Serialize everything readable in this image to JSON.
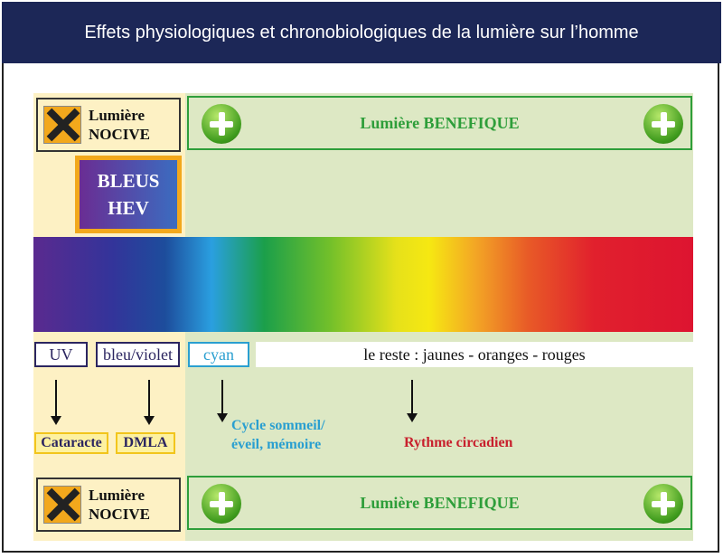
{
  "header": {
    "title": "Effets physiologiques et chronobiologiques de la lumière sur l’homme"
  },
  "nocive": {
    "line1": "Lumière",
    "line2": "NOCIVE"
  },
  "benefique": {
    "label": "Lumière BENEFIQUE"
  },
  "bleus_hev": {
    "line1": "BLEUS",
    "line2": "HEV"
  },
  "bands": {
    "uv": "UV",
    "bleu_violet": "bleu/violet",
    "cyan": "cyan",
    "reste": "le reste : jaunes - oranges - rouges"
  },
  "effects": {
    "cataracte": "Cataracte",
    "dmla": "DMLA",
    "cycle_line1": "Cycle sommeil/",
    "cycle_line2": "éveil, mémoire",
    "rythme": "Rythme circadien"
  },
  "colors": {
    "header": "#1c2757",
    "nocive_bg": "#fdf1c4",
    "benefique_bg": "#dde8c4",
    "benefique_text": "#2e9e3a",
    "cyan_text": "#2a9fd0",
    "rythme_text": "#c8202d"
  }
}
